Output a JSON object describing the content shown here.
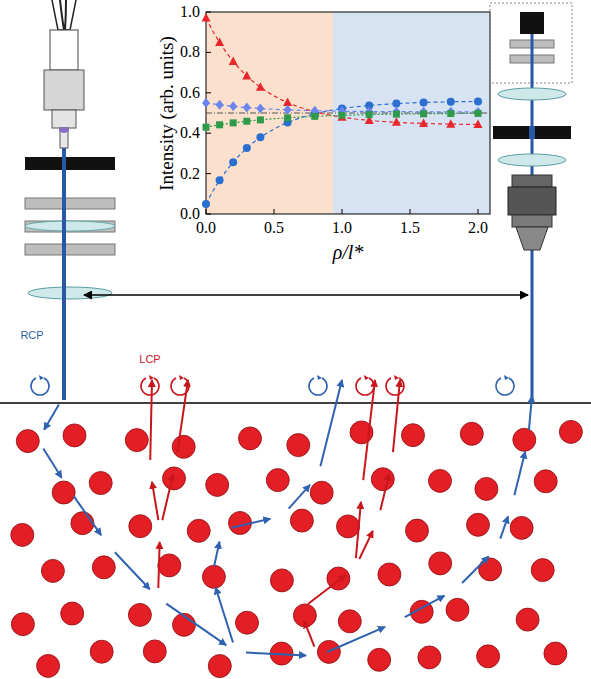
{
  "diagram": {
    "labels": [
      "Intensity (arb. units)",
      "0.0",
      "0.2",
      "0.4",
      "0.6",
      "0.8",
      "1.0",
      "0.0",
      "0.5",
      "1.0",
      "1.5",
      "2.0",
      "ρ/l*",
      "RCP",
      "LCP"
    ]
  }
}
